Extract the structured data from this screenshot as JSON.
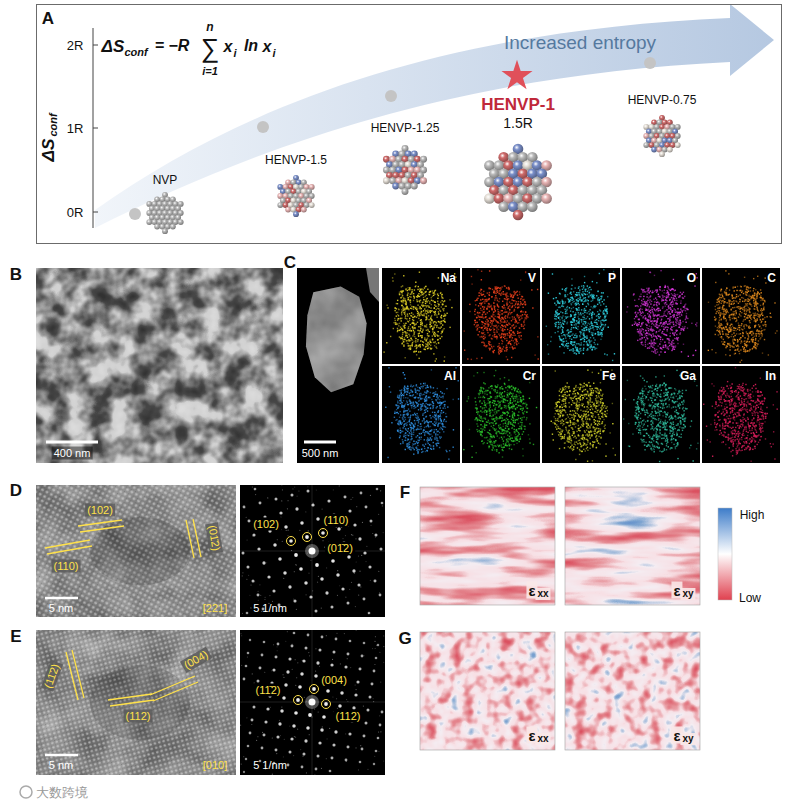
{
  "diagram": {
    "nodes": [
      {
        "text": [
          "A"
        ]
      },
      {
        "text": [
          "B",
          "400 nm"
        ]
      },
      {
        "text": [
          "C",
          "500 nm"
        ]
      },
      {
        "text": [
          "Na"
        ]
      },
      {
        "text": [
          "V"
        ]
      },
      {
        "text": [
          "P"
        ]
      },
      {
        "text": [
          "O"
        ]
      },
      {
        "text": [
          "C"
        ]
      },
      {
        "text": [
          "Al"
        ]
      },
      {
        "text": [
          "Cr"
        ]
      },
      {
        "text": [
          "Fe"
        ]
      },
      {
        "text": [
          "Ga"
        ]
      },
      {
        "text": [
          "In"
        ]
      },
      {
        "text": [
          "D",
          "5 nm",
          "[221]"
        ]
      },
      {
        "text": [
          "5 1/nm"
        ]
      },
      {
        "text": [
          "E",
          "5 nm",
          "[010]"
        ]
      },
      {
        "text": [
          "5 1/nm"
        ]
      },
      {
        "text": [
          "F",
          "ε",
          "xx"
        ]
      },
      {
        "text": [
          "ε",
          "xy"
        ]
      },
      {
        "text": [
          "G",
          "ε",
          "xx"
        ]
      },
      {
        "text": [
          "ε",
          "xy"
        ]
      }
    ],
    "labels": [
      "2R",
      "1R",
      "0R",
      "ΔS",
      "conf",
      "ΔS",
      "conf",
      "= −R",
      "n",
      "∑",
      "i=1",
      "x",
      "i",
      "ln",
      "x",
      "i",
      "Increased entropy",
      "NVP",
      "HENVP-1.5",
      "HENVP-1.25",
      "HENVP-1",
      "1.5R",
      "HENVP-0.75",
      "(102)",
      "(110)",
      "(01̄2)",
      "(102)",
      "(110)",
      "(01̄2)",
      "(11̄2)",
      "(004)",
      "(112)",
      "(11̄2)",
      "(004)",
      "(112)",
      "High",
      "Low",
      "大数跨境"
    ]
  }
}
